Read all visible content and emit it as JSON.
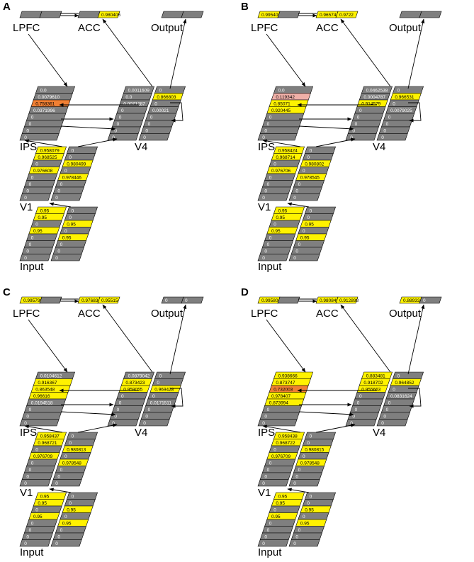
{
  "colors": {
    "background": "#ffffff",
    "unit_inactive": "#7f7f7f",
    "unit_active": "#fff200",
    "unit_hot": "#f07f33",
    "unit_mid": "#f0b0a8",
    "outline": "#000000"
  },
  "labels": {
    "lpfc": "LPFC",
    "acc": "ACC",
    "output": "Output",
    "ips": "IPS",
    "v4": "V4",
    "v1": "V1",
    "input": "Input"
  },
  "panels": [
    {
      "letter": "A",
      "lpfc": [
        "",
        ""
      ],
      "acc": [
        "",
        "0.980406"
      ],
      "output": [
        "",
        ""
      ],
      "ips": [
        "0.0",
        "0.0079610",
        "0.758361",
        "0.0371996",
        "0",
        "0",
        "0",
        "0"
      ],
      "v4L": [
        "0.0011609",
        "0.0",
        "0.0071287",
        "0",
        "0",
        "0",
        "0",
        "0"
      ],
      "v4R": [
        "0",
        "0.866803",
        "0",
        "0.00021",
        "0",
        "0",
        "0",
        "0"
      ],
      "v1L": [
        "0.958079",
        "0.968525",
        "0",
        "0.976608",
        "0",
        "0",
        "0",
        "0"
      ],
      "v1R": [
        "0",
        "0",
        "0.980499",
        "0",
        "0.978446",
        "0",
        "0",
        "0"
      ],
      "inL": [
        "0.95",
        "0.95",
        "0",
        "0.95",
        "0",
        "0",
        "0",
        "0"
      ],
      "inR": [
        "0",
        "0",
        "0.95",
        "0",
        "0.95",
        "0",
        "0",
        "0"
      ]
    },
    {
      "letter": "B",
      "lpfc": [
        "0.995401",
        ""
      ],
      "acc": [
        "0.96574",
        "0.9722"
      ],
      "output": [
        "",
        ""
      ],
      "ips": [
        "0.0",
        "0.119342",
        "0.85071",
        "0.920445",
        "0",
        "0",
        "0",
        "0"
      ],
      "v4L": [
        "0.0462538",
        "0.0004787",
        "0.914579",
        "0",
        "0",
        "0",
        "0",
        "0"
      ],
      "v4R": [
        "0",
        "0.966531",
        "0",
        "0.0079025",
        "0",
        "0",
        "0",
        "0"
      ],
      "v1L": [
        "0.958424",
        "0.968714",
        "0",
        "0.976706",
        "0",
        "0",
        "0",
        "0"
      ],
      "v1R": [
        "0",
        "0",
        "0.980802",
        "0",
        "0.978545",
        "0",
        "0",
        "0"
      ],
      "inL": [
        "0.95",
        "0.95",
        "0",
        "0.95",
        "0",
        "0",
        "0",
        "0"
      ],
      "inR": [
        "0",
        "0",
        "0.95",
        "0",
        "0.95",
        "0",
        "0",
        "0"
      ]
    },
    {
      "letter": "C",
      "lpfc": [
        "0.995792",
        ""
      ],
      "acc": [
        "0.976834",
        "0.95515"
      ],
      "output": [
        "0",
        "0"
      ],
      "ips": [
        "0.0104612",
        "0.916367",
        "0.863548",
        "0.96616",
        "0.0194518",
        "0",
        "0",
        "0"
      ],
      "v4L": [
        "0.0879042",
        "0.873423",
        "0.959055",
        "0",
        "0",
        "0",
        "0",
        "0"
      ],
      "v4R": [
        "0",
        "0",
        "0.969428",
        "0",
        "0.0171511",
        "0",
        "0",
        "0"
      ],
      "v1L": [
        "0.958437",
        "0.968721",
        "0",
        "0.976709",
        "0",
        "0",
        "0",
        "0"
      ],
      "v1R": [
        "0",
        "0",
        "0.980813",
        "0",
        "0.978548",
        "0",
        "0",
        "0"
      ],
      "inL": [
        "0.95",
        "0.95",
        "0",
        "0.95",
        "0",
        "0",
        "0",
        "0"
      ],
      "inR": [
        "0",
        "0",
        "0.95",
        "0",
        "0.95",
        "0",
        "0",
        "0"
      ]
    },
    {
      "letter": "D",
      "lpfc": [
        "0.995804",
        ""
      ],
      "acc": [
        "0.980848",
        "0.912898"
      ],
      "output": [
        "0.88933",
        "0"
      ],
      "ips": [
        "0.938666",
        "0.873747",
        "0.732003",
        "0.978407",
        "0.873994",
        "0",
        "0",
        "0"
      ],
      "v4L": [
        "0.883481",
        "0.918702",
        "0.955663",
        "0",
        "0",
        "0",
        "0",
        "0"
      ],
      "v4R": [
        "0",
        "0.964852",
        "0",
        "0.0831624",
        "0",
        "0",
        "0",
        "0"
      ],
      "v1L": [
        "0.958438",
        "0.968722",
        "0",
        "0.976709",
        "0",
        "0",
        "0",
        "0"
      ],
      "v1R": [
        "0",
        "0",
        "0.980815",
        "0",
        "0.978548",
        "0",
        "0",
        "0"
      ],
      "inL": [
        "0.95",
        "0.95",
        "0",
        "0.95",
        "0",
        "0",
        "0",
        "0"
      ],
      "inR": [
        "0",
        "0",
        "0.95",
        "0",
        "0.95",
        "0",
        "0",
        "0"
      ]
    }
  ]
}
